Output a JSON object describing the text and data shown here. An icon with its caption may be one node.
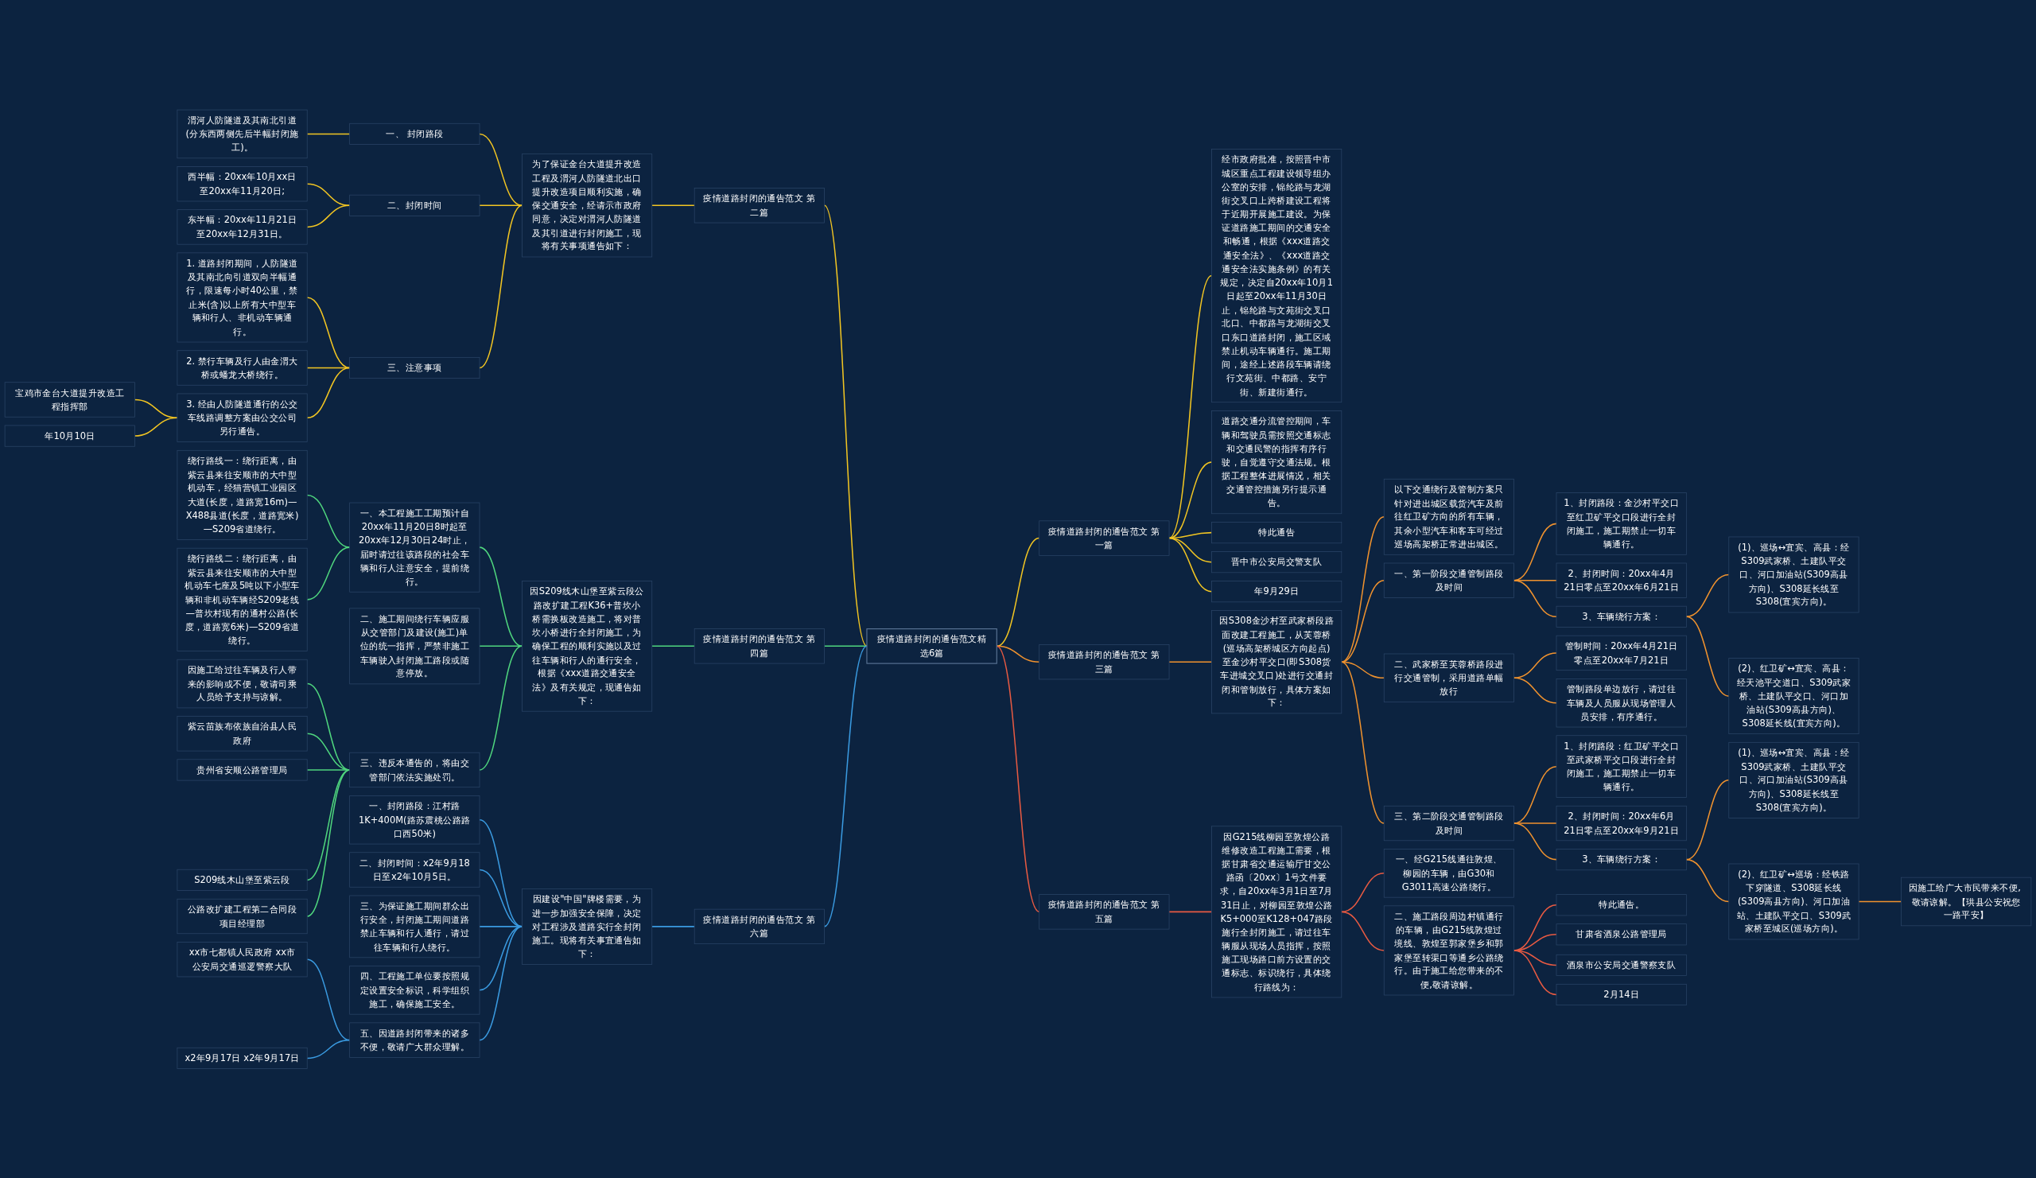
{
  "diagram": {
    "nodes": [
      {
        "text": [
          "疫情道路封闭的通告范文精选6篇"
        ]
      },
      {
        "text": [
          "疫情道路封闭的通告范文 第一篇"
        ]
      },
      {
        "text": [
          "经市政府批准，按照晋中市城区重点工程建设领导组办公室的安排，锦纶路与龙湖街交叉口上跨桥建设工程将于近期开展施工建设。为保证道路施工期间的交通安全和畅通，根据《xxx道路交通安全法》、《xxx道路交通安全法实施条例》的有关规定，决定自20xx年10月1日起至20xx年11月30日止，锦纶路与文苑街交叉口北口、中都路与龙湖街交叉口东口道路封闭，施工区域禁止机动车辆通行。施工期间，途经上述路段车辆请绕行文苑街、中都路、安宁街、新建街通行。"
        ]
      },
      {
        "text": [
          "道路交通分流管控期间，车辆和驾驶员需按照交通标志和交通民警的指挥有序行驶，自觉遵守交通法规。根据工程整体进展情况，相关交通管控措施另行提示通告。"
        ]
      },
      {
        "text": [
          "特此通告"
        ]
      },
      {
        "text": [
          "晋中市公安局交警支队"
        ]
      },
      {
        "text": [
          "年9月29日"
        ]
      },
      {
        "text": [
          "疫情道路封闭的通告范文 第二篇"
        ]
      },
      {
        "text": [
          "为了保证金台大道提升改造工程及渭河人防隧道北出口提升改造项目顺利实施，确保交通安全，经请示市政府同意，决定对渭河人防隧道及其引道进行封闭施工，现将有关事项通告如下："
        ]
      },
      {
        "text": [
          "一、 封闭路段"
        ]
      },
      {
        "text": [
          "渭河人防隧道及其南北引道(分东西两侧先后半幅封闭施工)。"
        ]
      },
      {
        "text": [
          "二、封闭时间"
        ]
      },
      {
        "text": [
          "西半幅：20xx年10月xx日至20xx年11月20日;"
        ]
      },
      {
        "text": [
          "东半幅：20xx年11月21日至20xx年12月31日。"
        ]
      },
      {
        "text": [
          "三、注意事项"
        ]
      },
      {
        "text": [
          "1. 道路封闭期间，人防隧道及其南北向引道双向半幅通行，限速每小时40公里，禁止米(含)以上所有大中型车辆和行人、非机动车辆通行。"
        ]
      },
      {
        "text": [
          "2. 禁行车辆及行人由金渭大桥或蟠龙大桥绕行。"
        ]
      },
      {
        "text": [
          "3. 经由人防隧道通行的公交车线路调整方案由公交公司另行通告。"
        ]
      },
      {
        "text": [
          "宝鸡市金台大道提升改造工程指挥部"
        ]
      },
      {
        "text": [
          "年10月10日"
        ]
      },
      {
        "text": [
          "疫情道路封闭的通告范文 第三篇"
        ]
      },
      {
        "text": [
          "因S308金沙村至武家桥段路面改建工程施工，从芙蓉桥(巡场高架桥城区方向起点)至金沙村平交口(即S308货车进城交叉口)处进行交通封闭和管制放行，具体方案如下："
        ]
      },
      {
        "text": [
          "以下交通绕行及管制方案只针对进出城区载货汽车及前往红卫矿方向的所有车辆，其余小型汽车和客车可经过巡场高架桥正常进出城区。"
        ]
      },
      {
        "text": [
          "一、第一阶段交通管制路段及时间"
        ]
      },
      {
        "text": [
          "1、封闭路段：金沙村平交口至红卫矿平交口段进行全封闭施工，施工期禁止一切车辆通行。"
        ]
      },
      {
        "text": [
          "2、封闭时间：20xx年4月21日零点至20xx年6月21日"
        ]
      },
      {
        "text": [
          "3、车辆绕行方案："
        ]
      },
      {
        "text": [
          "(1)、巡场↔宜宾、高县：经S309武家桥、土建队平交口、河口加油站(S309高县方向)、S308延长线至S308(宜宾方向)。"
        ]
      },
      {
        "text": [
          "(2)、红卫矿↔宜宾、高县：经天池平交道口、S309武家桥、土建队平交口、河口加油站(S309高县方向)、S308延长线(宜宾方向)。"
        ]
      },
      {
        "text": [
          "二、武家桥至芙蓉桥路段进行交通管制，采用道路单幅放行"
        ]
      },
      {
        "text": [
          "管制时间：20xx年4月21日零点至20xx年7月21日"
        ]
      },
      {
        "text": [
          "管制路段单边放行，请过往车辆及人员服从现场管理人员安排，有序通行。"
        ]
      },
      {
        "text": [
          "三、第二阶段交通管制路段及时间"
        ]
      },
      {
        "text": [
          "1、封闭路段：红卫矿平交口至武家桥平交口段进行全封闭施工，施工期禁止一切车辆通行。"
        ]
      },
      {
        "text": [
          "2、封闭时间：20xx年6月21日零点至20xx年9月21日"
        ]
      },
      {
        "text": [
          "3、车辆绕行方案："
        ]
      },
      {
        "text": [
          "(1)、巡场↔宜宾、高县：经S309武家桥、土建队平交口、河口加油站(S309高县方向)、S308延长线至S308(宜宾方向)。"
        ]
      },
      {
        "text": [
          "(2)、红卫矿↔巡场：经铁路下穿隧道、S308延长线(S309高县方向)、河口加油站、土建队平交口、S309武家桥至城区(巡场方向)。"
        ]
      },
      {
        "text": [
          "因施工给广大市民带来不便, 敬请谅解。【珙县公安祝您一路平安】"
        ]
      },
      {
        "text": [
          "疫情道路封闭的通告范文 第四篇"
        ]
      },
      {
        "text": [
          "因S209线木山堡至紫云段公路改扩建工程K36+普坎小桥需换板改造施工，将对普坎小桥进行全封闭施工，为确保工程的顺利实施以及过往车辆和行人的通行安全，根据《xxx道路交通安全法》及有关规定，现通告如下："
        ]
      },
      {
        "text": [
          "一、本工程施工工期预计自20xx年11月20日8时起至20xx年12月30日24时止，届时请过往该路段的社会车辆和行人注意安全，提前绕行。"
        ]
      },
      {
        "text": [
          "绕行路线一：绕行距离，由紫云县来往安顺市的大中型机动车，经猫营镇工业园区大道(长度，道路宽16m)—X488县道(长度，道路宽米)—S209省道绕行。"
        ]
      },
      {
        "text": [
          "绕行路线二：绕行距离，由紫云县来往安顺市的大中型机动车七座及5吨以下小型车辆和非机动车辆经S209老线—普坎村现有的通村公路(长度，道路宽6米)—S209省道绕行。"
        ]
      },
      {
        "text": [
          "二、施工期间绕行车辆应服从交管部门及建设(施工)单位的统一指挥，严禁非施工车辆驶入封闭施工路段或随意停放。"
        ]
      },
      {
        "text": [
          "三、违反本通告的，将由交管部门依法实施处罚。"
        ]
      },
      {
        "text": [
          "因施工给过往车辆及行人带来的影响或不便，敬请司乘人员给予支持与谅解。"
        ]
      },
      {
        "text": [
          "紫云苗族布依族自治县人民政府"
        ]
      },
      {
        "text": [
          "贵州省安顺公路管理局"
        ]
      },
      {
        "text": [
          "S209线木山堡至紫云段"
        ]
      },
      {
        "text": [
          "公路改扩建工程第二合同段项目经理部"
        ]
      },
      {
        "text": [
          "疫情道路封闭的通告范文 第五篇"
        ]
      },
      {
        "text": [
          "因G215线柳园至敦煌公路维修改造工程施工需要，根据甘肃省交通运输厅甘交公路函〔20xx〕1号文件要求，自20xx年3月1日至7月31日止，对柳园至敦煌公路K5+000至K128+047路段施行全封闭施工，请过往车辆服从现场人员指挥，按照施工现场路口前方设置的交通标志、标识绕行，具体绕行路线为："
        ]
      },
      {
        "text": [
          "一、经G215线通往敦煌、柳园的车辆，由G30和G3011高速公路绕行。"
        ]
      },
      {
        "text": [
          "二、施工路段周边村镇通行的车辆，由G215线敦煌过境线、敦煌至郭家堡乡和郭家堡至转渠口等通乡公路绕行。由于施工给您带来的不便,敬请谅解。"
        ]
      },
      {
        "text": [
          "特此通告。"
        ]
      },
      {
        "text": [
          "甘肃省酒泉公路管理局"
        ]
      },
      {
        "text": [
          "酒泉市公安局交通警察支队"
        ]
      },
      {
        "text": [
          "2月14日"
        ]
      },
      {
        "text": [
          "疫情道路封闭的通告范文 第六篇"
        ]
      },
      {
        "text": [
          "因建设\"中国\"牌楼需要，为进一步加强安全保障，决定对工程涉及道路实行全封闭施工。现将有关事宜通告如下："
        ]
      },
      {
        "text": [
          "一、封闭路段：江村路1K+400M(路苏震桃公路路口西50米)"
        ]
      },
      {
        "text": [
          "二、封闭时间：x2年9月18日至x2年10月5日。"
        ]
      },
      {
        "text": [
          "三、为保证施工期间群众出行安全，封闭施工期间道路禁止车辆和行人通行，请过往车辆和行人绕行。"
        ]
      },
      {
        "text": [
          "四、工程施工单位要按照规定设置安全标识，科学组织施工，确保施工安全。"
        ]
      },
      {
        "text": [
          "五、因道路封闭带来的诸多不便，敬请广大群众理解。"
        ]
      },
      {
        "text": [
          "xx市七都镇人民政府 xx市公安局交通巡逻警察大队"
        ]
      },
      {
        "text": [
          "x2年9月17日 x2年9月17日"
        ]
      }
    ],
    "edges": [
      {
        "from": 0,
        "to": 1,
        "arrow": "none",
        "color": "#f2c522"
      },
      {
        "from": 1,
        "to": 2,
        "arrow": "none",
        "color": "#f2c522"
      },
      {
        "from": 1,
        "to": 3,
        "arrow": "none",
        "color": "#f2c522"
      },
      {
        "from": 1,
        "to": 4,
        "arrow": "none",
        "color": "#f2c522"
      },
      {
        "from": 1,
        "to": 5,
        "arrow": "none",
        "color": "#f2c522"
      },
      {
        "from": 1,
        "to": 6,
        "arrow": "none",
        "color": "#f2c522"
      },
      {
        "from": 7,
        "to": 0,
        "arrow": "none",
        "color": "#f2c522"
      },
      {
        "from": 8,
        "to": 7,
        "arrow": "none",
        "color": "#f2c522"
      },
      {
        "from": 9,
        "to": 8,
        "arrow": "none",
        "color": "#f2c522"
      },
      {
        "from": 10,
        "to": 9,
        "arrow": "none",
        "color": "#f2c522"
      },
      {
        "from": 11,
        "to": 8,
        "arrow": "none",
        "color": "#f2c522"
      },
      {
        "from": 12,
        "to": 11,
        "arrow": "none",
        "color": "#f2c522"
      },
      {
        "from": 13,
        "to": 11,
        "arrow": "none",
        "color": "#f2c522"
      },
      {
        "from": 14,
        "to": 8,
        "arrow": "none",
        "color": "#f2c522"
      },
      {
        "from": 15,
        "to": 14,
        "arrow": "none",
        "color": "#f2c522"
      },
      {
        "from": 16,
        "to": 14,
        "arrow": "none",
        "color": "#f2c522"
      },
      {
        "from": 17,
        "to": 14,
        "arrow": "none",
        "color": "#f2c522"
      },
      {
        "from": 18,
        "to": 17,
        "arrow": "none",
        "color": "#f2c522"
      },
      {
        "from": 19,
        "to": 17,
        "arrow": "none",
        "color": "#f2c522"
      },
      {
        "from": 0,
        "to": 20,
        "arrow": "none",
        "color": "#f0922e"
      },
      {
        "from": 20,
        "to": 21,
        "arrow": "none",
        "color": "#f0922e"
      },
      {
        "from": 21,
        "to": 22,
        "arrow": "none",
        "color": "#f0922e"
      },
      {
        "from": 21,
        "to": 23,
        "arrow": "none",
        "color": "#f0922e"
      },
      {
        "from": 23,
        "to": 24,
        "arrow": "none",
        "color": "#f0922e"
      },
      {
        "from": 23,
        "to": 25,
        "arrow": "none",
        "color": "#f0922e"
      },
      {
        "from": 23,
        "to": 26,
        "arrow": "none",
        "color": "#f0922e"
      },
      {
        "from": 26,
        "to": 27,
        "arrow": "none",
        "color": "#f0922e"
      },
      {
        "from": 26,
        "to": 28,
        "arrow": "none",
        "color": "#f0922e"
      },
      {
        "from": 21,
        "to": 29,
        "arrow": "none",
        "color": "#f0922e"
      },
      {
        "from": 29,
        "to": 30,
        "arrow": "none",
        "color": "#f0922e"
      },
      {
        "from": 29,
        "to": 31,
        "arrow": "none",
        "color": "#f0922e"
      },
      {
        "from": 21,
        "to": 32,
        "arrow": "none",
        "color": "#f0922e"
      },
      {
        "from": 32,
        "to": 33,
        "arrow": "none",
        "color": "#f0922e"
      },
      {
        "from": 32,
        "to": 34,
        "arrow": "none",
        "color": "#f0922e"
      },
      {
        "from": 32,
        "to": 35,
        "arrow": "none",
        "color": "#f0922e"
      },
      {
        "from": 35,
        "to": 36,
        "arrow": "none",
        "color": "#f0922e"
      },
      {
        "from": 35,
        "to": 37,
        "arrow": "none",
        "color": "#f0922e"
      },
      {
        "from": 37,
        "to": 38,
        "arrow": "none",
        "color": "#f0922e"
      },
      {
        "from": 39,
        "to": 0,
        "arrow": "none",
        "color": "#4fd67e"
      },
      {
        "from": 40,
        "to": 39,
        "arrow": "none",
        "color": "#4fd67e"
      },
      {
        "from": 41,
        "to": 40,
        "arrow": "none",
        "color": "#4fd67e"
      },
      {
        "from": 42,
        "to": 41,
        "arrow": "none",
        "color": "#4fd67e"
      },
      {
        "from": 43,
        "to": 41,
        "arrow": "none",
        "color": "#4fd67e"
      },
      {
        "from": 44,
        "to": 40,
        "arrow": "none",
        "color": "#4fd67e"
      },
      {
        "from": 45,
        "to": 40,
        "arrow": "none",
        "color": "#4fd67e"
      },
      {
        "from": 46,
        "to": 45,
        "arrow": "none",
        "color": "#4fd67e"
      },
      {
        "from": 47,
        "to": 45,
        "arrow": "none",
        "color": "#4fd67e"
      },
      {
        "from": 48,
        "to": 45,
        "arrow": "none",
        "color": "#4fd67e"
      },
      {
        "from": 49,
        "to": 45,
        "arrow": "none",
        "color": "#4fd67e"
      },
      {
        "from": 50,
        "to": 45,
        "arrow": "none",
        "color": "#4fd67e"
      },
      {
        "from": 0,
        "to": 51,
        "arrow": "none",
        "color": "#e85a42"
      },
      {
        "from": 51,
        "to": 52,
        "arrow": "none",
        "color": "#e85a42"
      },
      {
        "from": 52,
        "to": 53,
        "arrow": "none",
        "color": "#e85a42"
      },
      {
        "from": 52,
        "to": 54,
        "arrow": "none",
        "color": "#e85a42"
      },
      {
        "from": 54,
        "to": 55,
        "arrow": "none",
        "color": "#e85a42"
      },
      {
        "from": 54,
        "to": 56,
        "arrow": "none",
        "color": "#e85a42"
      },
      {
        "from": 54,
        "to": 57,
        "arrow": "none",
        "color": "#e85a42"
      },
      {
        "from": 54,
        "to": 58,
        "arrow": "none",
        "color": "#e85a42"
      },
      {
        "from": 59,
        "to": 0,
        "arrow": "none",
        "color": "#3a9ae0"
      },
      {
        "from": 60,
        "to": 59,
        "arrow": "none",
        "color": "#3a9ae0"
      },
      {
        "from": 61,
        "to": 60,
        "arrow": "none",
        "color": "#3a9ae0"
      },
      {
        "from": 62,
        "to": 60,
        "arrow": "none",
        "color": "#3a9ae0"
      },
      {
        "from": 63,
        "to": 60,
        "arrow": "none",
        "color": "#3a9ae0"
      },
      {
        "from": 64,
        "to": 60,
        "arrow": "none",
        "color": "#3a9ae0"
      },
      {
        "from": 65,
        "to": 60,
        "arrow": "none",
        "color": "#3a9ae0"
      },
      {
        "from": 66,
        "to": 65,
        "arrow": "none",
        "color": "#3a9ae0"
      },
      {
        "from": 67,
        "to": 65,
        "arrow": "none",
        "color": "#3a9ae0"
      }
    ]
  }
}
